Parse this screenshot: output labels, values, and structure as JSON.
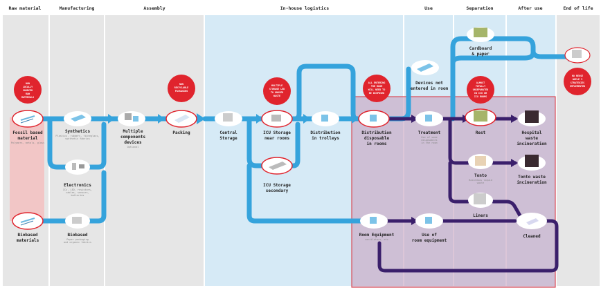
{
  "headers": {
    "raw_material": "Raw material",
    "manufacturing": "Manufacturing",
    "assembly": "Assembly",
    "logistics": "In-house logistics",
    "use": "Use",
    "separation": "Separation",
    "after_use": "After use",
    "end_of_life": "End of life"
  },
  "nodes": {
    "fossil": "Fossil based",
    "fossil_2": "material",
    "fossil_sub": "Polymers, metals, glass",
    "biobased": "Biobased",
    "biobased_2": "materials",
    "synthetics": "Synthetics",
    "synthetics_sub": "Plastics, rubbers, fibreglass,",
    "synthetics_sub_2": "synthetic fabrics",
    "electronics": "Electronics",
    "electronics_sub": "ICs, LED, resistors,",
    "electronics_sub_2": "cables, sensors,",
    "electronics_sub_3": "batteries",
    "biobased_mfg": "Biobased",
    "biobased_mfg_sub": "Paper packaging",
    "biobased_mfg_sub_2": "and organic fabrics",
    "multiple": "Multiple",
    "multiple_2": "components",
    "multiple_3": "devices",
    "multiple_sub": "Optional",
    "packing": "Packing",
    "central": "Central",
    "central_2": "Storage",
    "icu_near": "ICU Storage",
    "icu_near_2": "near rooms",
    "icu_secondary": "ICU Storage",
    "icu_secondary_2": "secondary",
    "distribution_trolleys": "Distribution",
    "distribution_trolleys_2": "in trolleys",
    "distribution_disposable": "Distribution",
    "distribution_disposable_2": "disposable",
    "distribution_disposable_3": "in rooms",
    "devices_not_entered": "Devices not",
    "devices_not_entered_2": "entered in room",
    "treatment": "Treatment",
    "treatment_sub": "Use of some",
    "treatment_sub_2": "disposables",
    "treatment_sub_3": "in the room",
    "cardboard": "Cardboard",
    "cardboard_2": "& paper",
    "rest": "Rest",
    "tonto": "Tonto",
    "tonto_sub": "Hazardous liquid",
    "tonto_sub_2": "waste",
    "liners": "Liners",
    "hospital_waste": "Hospital",
    "hospital_waste_2": "waste",
    "hospital_waste_3": "incineration",
    "tonto_incineration": "Tonto waste",
    "tonto_incineration_2": "incineration",
    "room_equipment": "Room Equipment",
    "room_equipment_sub": "ventilators, etc",
    "use_equipment": "Use of",
    "use_equipment_2": "room equipment",
    "cleaned": "Cleaned"
  },
  "callouts": {
    "raw": [
      "NON",
      "LOCALLY",
      "SOURCED",
      "RAW",
      "MATERIALS"
    ],
    "packing": [
      "NON",
      "RECYCLABLE",
      "PACKAGING"
    ],
    "icu": [
      "MULTIPLE",
      "STORAGE LED",
      "TO UNUSED",
      "WASTE"
    ],
    "distribution": [
      "ALL ENTERING",
      "THE ROOM",
      "WILL NEED TO",
      "BE DISPOSED"
    ],
    "separation": [
      "ALMOST",
      "TOTALLY",
      "UNSEPARATED",
      "IN ICU OR",
      "ICU ROOMS"
    ],
    "end_of_life": [
      "NO REUSE",
      "WHILE 3",
      "STRATEGIES",
      "IMPLEMENTED"
    ]
  },
  "colors": {
    "lane_grey": "#e6e6e6",
    "lane_blue": "#d6eaf6",
    "room_zone": "#c9a7c3",
    "room_border": "#d94a55",
    "flow_blue": "#35a3dc",
    "flow_purple": "#3a1f6b",
    "callout_red": "#e0242d",
    "fossil_band": "#f2c6c6"
  }
}
